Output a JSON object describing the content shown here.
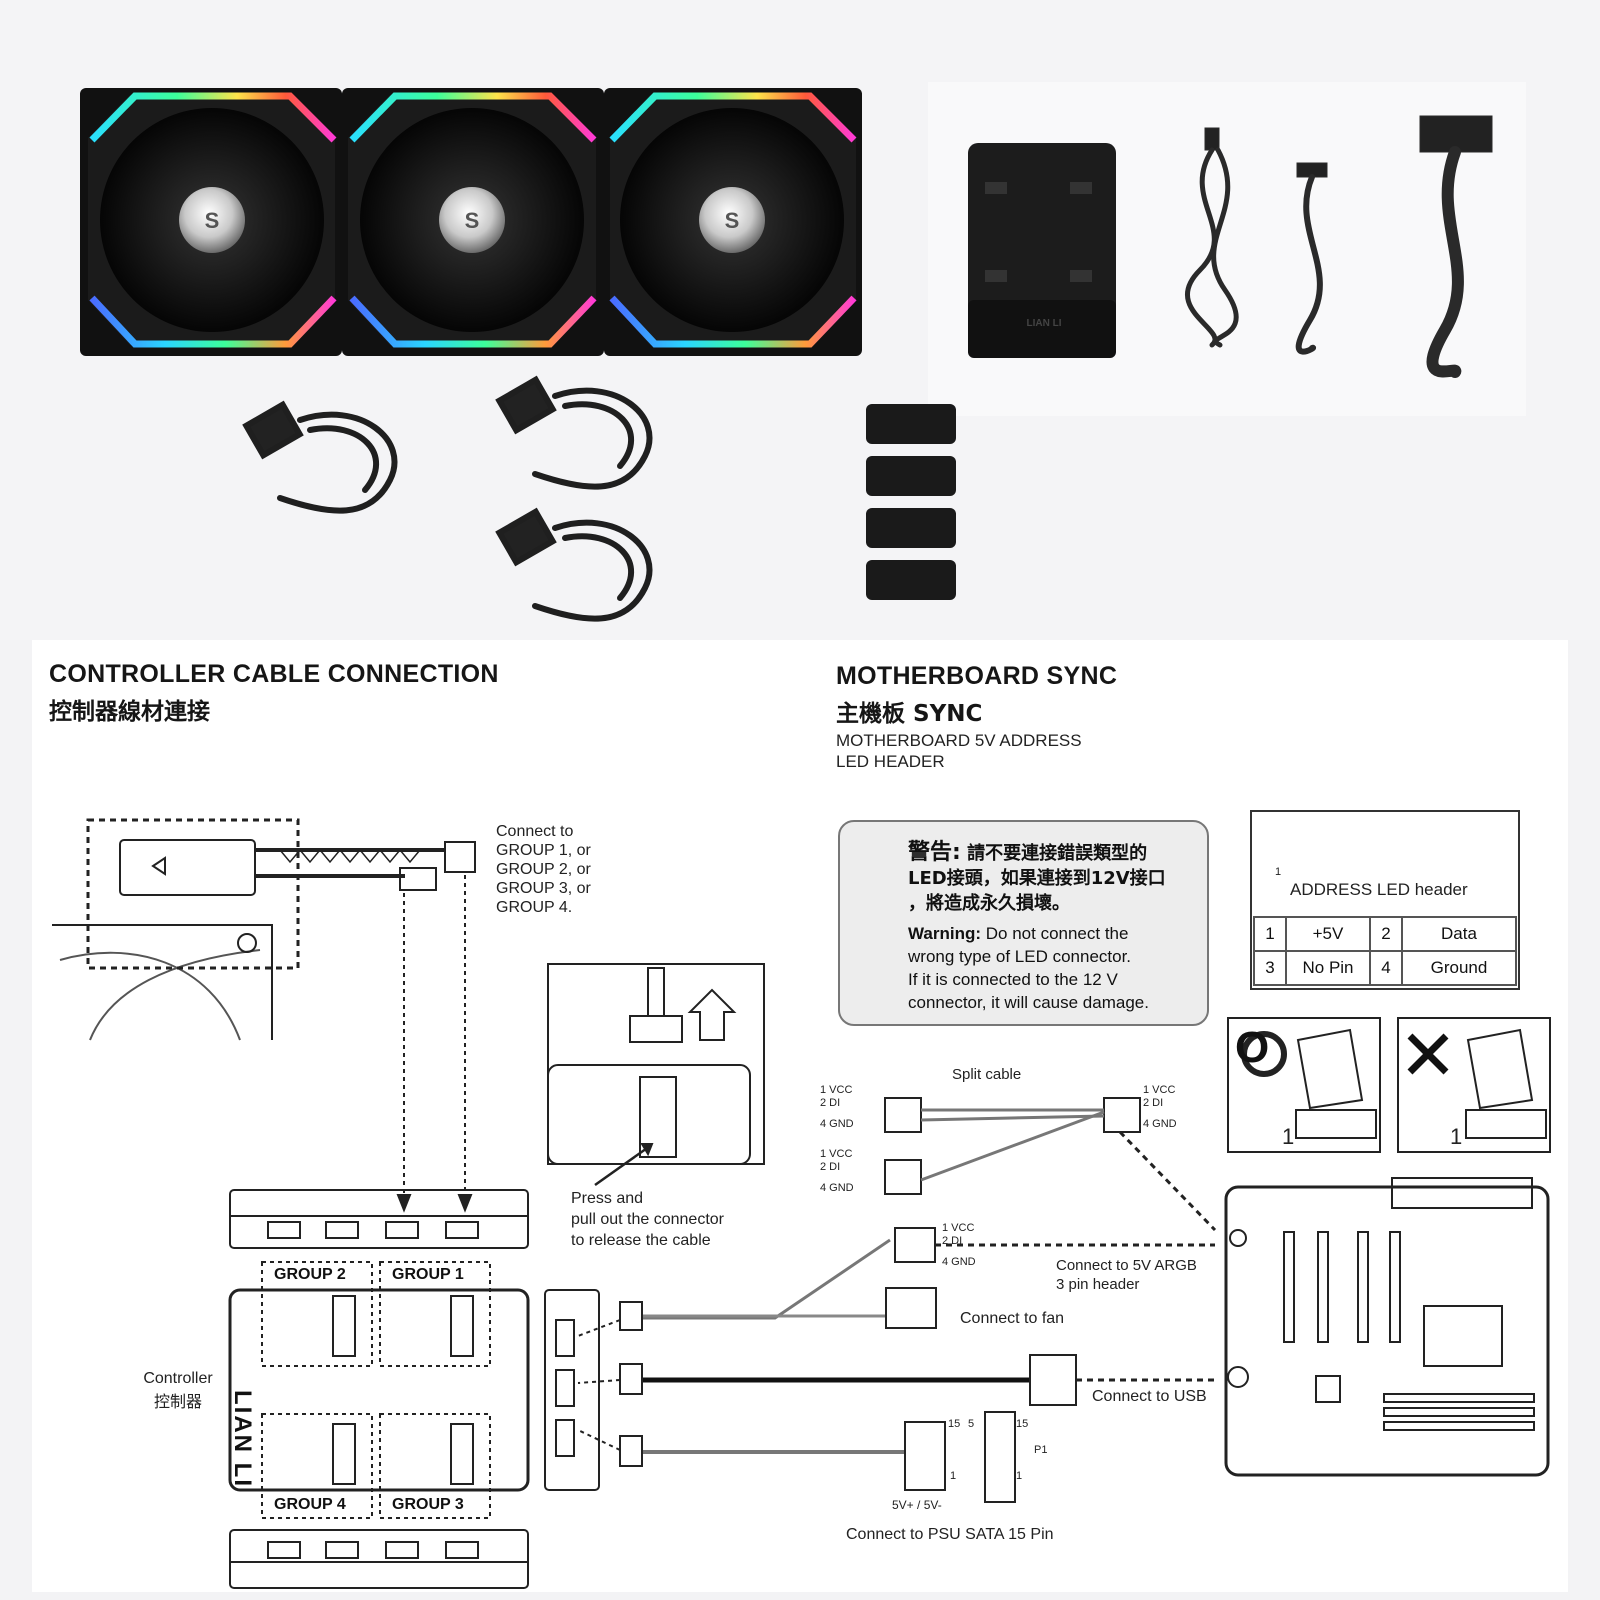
{
  "controller_section": {
    "title": "CONTROLLER CABLE CONNECTION",
    "title_cn": "控制器線材連接",
    "connect_groups": [
      "Connect to",
      "GROUP 1, or",
      "GROUP 2, or",
      "GROUP 3, or",
      "GROUP 4."
    ],
    "press_release": [
      "Press and",
      "pull out the connector",
      "to release the cable"
    ],
    "controller_label": "Controller",
    "controller_label_cn": "控制器",
    "brand": "LIAN LI",
    "groups": {
      "g1": "GROUP 1",
      "g2": "GROUP 2",
      "g3": "GROUP 3",
      "g4": "GROUP 4"
    }
  },
  "motherboard_section": {
    "title": "MOTHERBOARD SYNC",
    "title_cn": "主機板 SYNC",
    "subtitle": [
      "MOTHERBOARD 5V ADDRESS",
      "LED HEADER"
    ],
    "warning": {
      "cn_label": "警告:",
      "cn_lines": [
        "請不要連接錯誤類型的",
        "LED接頭，如果連接到12V接口",
        "，將造成永久損壞。"
      ],
      "en_label": "Warning:",
      "en_lines": [
        " Do not connect the",
        "wrong type of LED connector.",
        "If it is connected to the 12 V",
        "connector, it will cause damage."
      ]
    },
    "header_box": {
      "pin_one": "1",
      "label": "ADDRESS LED header",
      "rows": [
        [
          "1",
          "+5V",
          "2",
          "Data"
        ],
        [
          "3",
          "No Pin",
          "4",
          "Ground"
        ]
      ]
    },
    "correct_mark": "O",
    "wrong_mark": "X",
    "split_cable": "Split cable",
    "pins": {
      "vcc": "1 VCC",
      "di": "2 DI",
      "gnd": "4 GND",
      "one": "1"
    },
    "connect_argb": [
      "Connect to 5V ARGB",
      "3 pin header"
    ],
    "connect_fan": "Connect to fan",
    "connect_usb": "Connect to USB",
    "sata": {
      "n15": "15",
      "n5": "5",
      "n1": "1",
      "p1": "P1",
      "volt": "5V+ / 5V-",
      "label": "Connect  to PSU SATA 15 Pin"
    }
  },
  "colors": {
    "rgb_ring": "#ff3ad6",
    "rgb_ring_2": "#2ad4ff",
    "fan_body": "#111111"
  }
}
